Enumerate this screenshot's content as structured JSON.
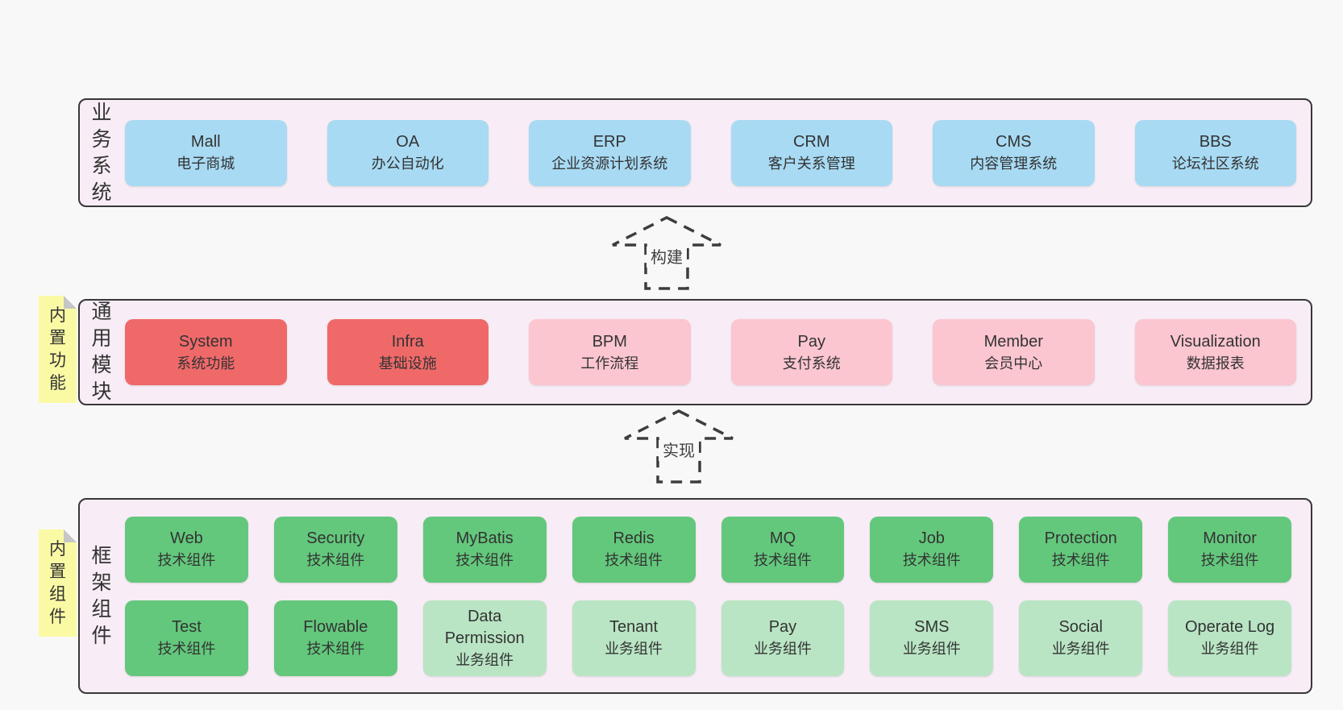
{
  "colors": {
    "page_bg": "#f8f8f8",
    "band_bg": "#f8edf6",
    "band_border": "#383838",
    "business_blue": "#a8daf3",
    "core_red": "#f06969",
    "module_pink": "#fbc6d0",
    "tech_green": "#63c87c",
    "biz_light_green": "#b9e5c4",
    "sticky_yellow": "#fafaa5",
    "text": "#333333"
  },
  "arrows": [
    {
      "label": "构建"
    },
    {
      "label": "实现"
    }
  ],
  "bands": [
    {
      "label": "业务系统",
      "boxes": [
        {
          "title": "Mall",
          "subtitle": "电子商城"
        },
        {
          "title": "OA",
          "subtitle": "办公自动化"
        },
        {
          "title": "ERP",
          "subtitle": "企业资源计划系统"
        },
        {
          "title": "CRM",
          "subtitle": "客户关系管理"
        },
        {
          "title": "CMS",
          "subtitle": "内容管理系统"
        },
        {
          "title": "BBS",
          "subtitle": "论坛社区系统"
        }
      ]
    },
    {
      "label": "通用模块",
      "sticky": "内置功能",
      "boxes": [
        {
          "title": "System",
          "subtitle": "系统功能"
        },
        {
          "title": "Infra",
          "subtitle": "基础设施"
        },
        {
          "title": "BPM",
          "subtitle": "工作流程"
        },
        {
          "title": "Pay",
          "subtitle": "支付系统"
        },
        {
          "title": "Member",
          "subtitle": "会员中心"
        },
        {
          "title": "Visualization",
          "subtitle": "数据报表"
        }
      ]
    },
    {
      "label": "框架组件",
      "sticky": "内置组件",
      "rows": [
        [
          {
            "title": "Web",
            "subtitle": "技术组件"
          },
          {
            "title": "Security",
            "subtitle": "技术组件"
          },
          {
            "title": "MyBatis",
            "subtitle": "技术组件"
          },
          {
            "title": "Redis",
            "subtitle": "技术组件"
          },
          {
            "title": "MQ",
            "subtitle": "技术组件"
          },
          {
            "title": "Job",
            "subtitle": "技术组件"
          },
          {
            "title": "Protection",
            "subtitle": "技术组件"
          },
          {
            "title": "Monitor",
            "subtitle": "技术组件"
          }
        ],
        [
          {
            "title": "Test",
            "subtitle": "技术组件"
          },
          {
            "title": "Flowable",
            "subtitle": "技术组件"
          },
          {
            "title": "Data Permission",
            "subtitle": "业务组件"
          },
          {
            "title": "Tenant",
            "subtitle": "业务组件"
          },
          {
            "title": "Pay",
            "subtitle": "业务组件"
          },
          {
            "title": "SMS",
            "subtitle": "业务组件"
          },
          {
            "title": "Social",
            "subtitle": "业务组件"
          },
          {
            "title": "Operate Log",
            "subtitle": "业务组件"
          }
        ]
      ]
    }
  ]
}
